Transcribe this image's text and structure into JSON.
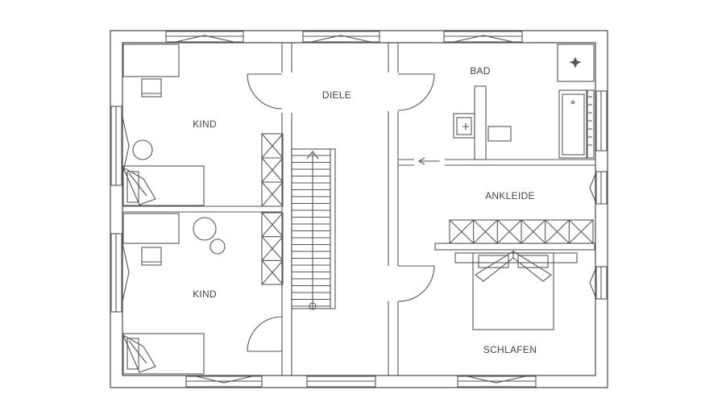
{
  "plan": {
    "rooms": [
      {
        "key": "kind_top",
        "label": "KIND"
      },
      {
        "key": "kind_bottom",
        "label": "KIND"
      },
      {
        "key": "diele",
        "label": "DIELE"
      },
      {
        "key": "bad",
        "label": "BAD"
      },
      {
        "key": "ankleide",
        "label": "ANKLEIDE"
      },
      {
        "key": "schlafen",
        "label": "SCHLAFEN"
      }
    ],
    "colors": {
      "line": "#555555",
      "text": "#444444",
      "background": "#ffffff"
    }
  }
}
